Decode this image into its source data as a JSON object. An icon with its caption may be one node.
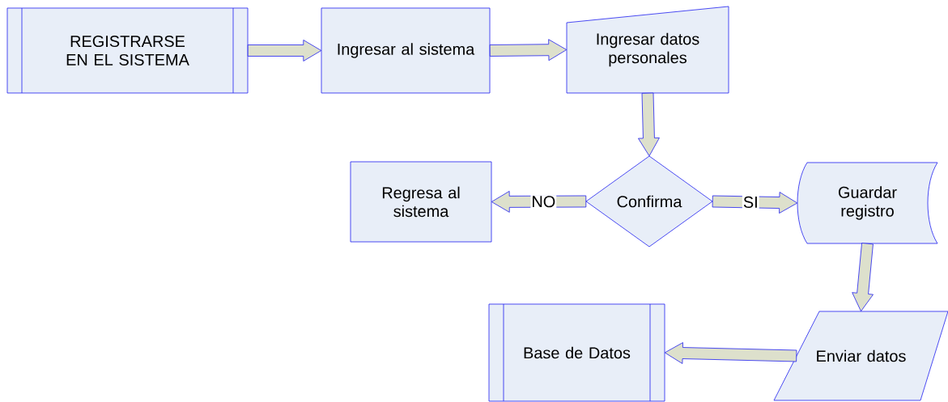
{
  "diagram": {
    "nodes": [
      {
        "text": [
          "REGISTRARSE EN EL SISTEMA"
        ]
      },
      {
        "text": [
          "Ingresar al sistema"
        ]
      },
      {
        "text": [
          "Ingresar datos personales"
        ]
      },
      {
        "text": [
          "Confirma"
        ]
      },
      {
        "text": [
          "Regresa al sistema"
        ]
      },
      {
        "text": [
          "Guardar registro"
        ]
      },
      {
        "text": [
          "Enviar datos"
        ]
      },
      {
        "text": [
          "Base de Datos"
        ]
      }
    ],
    "edges": [
      {
        "from": 0,
        "to": 1,
        "arrow": "to"
      },
      {
        "from": 1,
        "to": 2,
        "arrow": "to"
      },
      {
        "from": 2,
        "to": 3,
        "arrow": "to"
      },
      {
        "from": 3,
        "to": 4,
        "arrow": "to",
        "label": "NO"
      },
      {
        "from": 3,
        "to": 5,
        "arrow": "to",
        "label": "SI"
      },
      {
        "from": 5,
        "to": 6,
        "arrow": "to"
      },
      {
        "from": 6,
        "to": 7,
        "arrow": "to"
      }
    ]
  }
}
